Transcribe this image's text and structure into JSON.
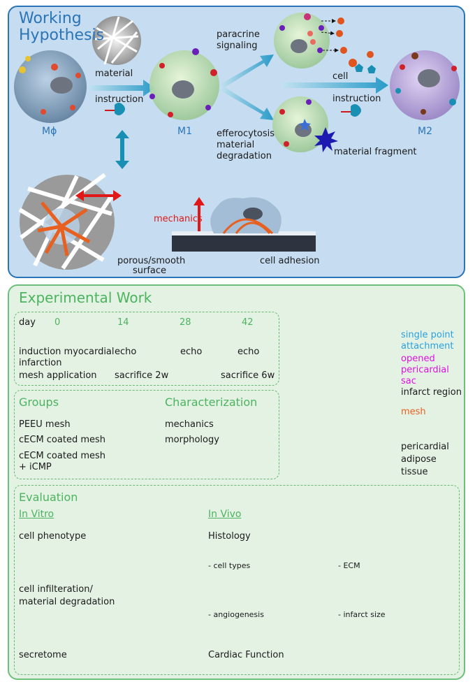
{
  "hypothesis": {
    "title_line1": "Working",
    "title_line2": "Hypothesis",
    "material": "material",
    "instruction": "instruction",
    "m0": "Mϕ",
    "m1": "M1",
    "m2": "M2",
    "paracrine_line1": "paracrine",
    "paracrine_line2": "signaling",
    "cell": "cell",
    "instruction2": "instruction",
    "effero_line1": "efferocytosis",
    "effero_line2": "material",
    "effero_line3": "degradation",
    "material_fragment": "material fragment",
    "mechanics": "mechanics",
    "porous_line1": "porous/smooth",
    "porous_line2": "surface",
    "cell_adhesion": "cell adhesion"
  },
  "experimental": {
    "title": "Experimental Work",
    "timeline": {
      "day_label": "day",
      "days": [
        "0",
        "14",
        "28",
        "42"
      ],
      "day0_line1": "induction myocardial",
      "day0_line2": "infarction",
      "day0_line3": "mesh application",
      "day14_line1": "echo",
      "day14_line2": "sacrifice 2w",
      "day28_line1": "echo",
      "day42_line1": "echo",
      "day42_line2": "sacrifice 6w"
    },
    "groups": {
      "title": "Groups",
      "items": [
        "PEEU mesh",
        "cECM coated mesh",
        "cECM coated mesh",
        "+ iCMP"
      ]
    },
    "characterization": {
      "title": "Characterization",
      "items": [
        "mechanics",
        "morphology"
      ]
    },
    "heart_labels": {
      "single_point_line1": "single point",
      "single_point_line2": "attachment",
      "opened_line1": "opened",
      "opened_line2": "pericardial",
      "opened_line3": "sac",
      "infarct_region": "infarct region",
      "mesh": "mesh",
      "adipose_line1": "pericardial",
      "adipose_line2": "adipose",
      "adipose_line3": "tissue"
    },
    "evaluation": {
      "title": "Evaluation",
      "in_vitro": "In Vitro",
      "in_vivo": "In Vivo",
      "cell_phenotype": "cell phenotype",
      "infiltration_line1": "cell infilteration/",
      "infiltration_line2": "material degradation",
      "secretome": "secretome",
      "histology": "Histology",
      "cell_types": "- cell types",
      "ecm": "- ECM",
      "angiogenesis": "- angiogenesis",
      "infarct_size": "- infarct size",
      "cardiac_function": "Cardiac Function"
    }
  },
  "colors": {
    "blue_accent": "#2a74b8",
    "green_accent": "#4cb35e",
    "red_arrow": "#e01818",
    "teal_arrow": "#1a8fb4",
    "magenta": "#e010e0",
    "orange": "#e86020"
  }
}
